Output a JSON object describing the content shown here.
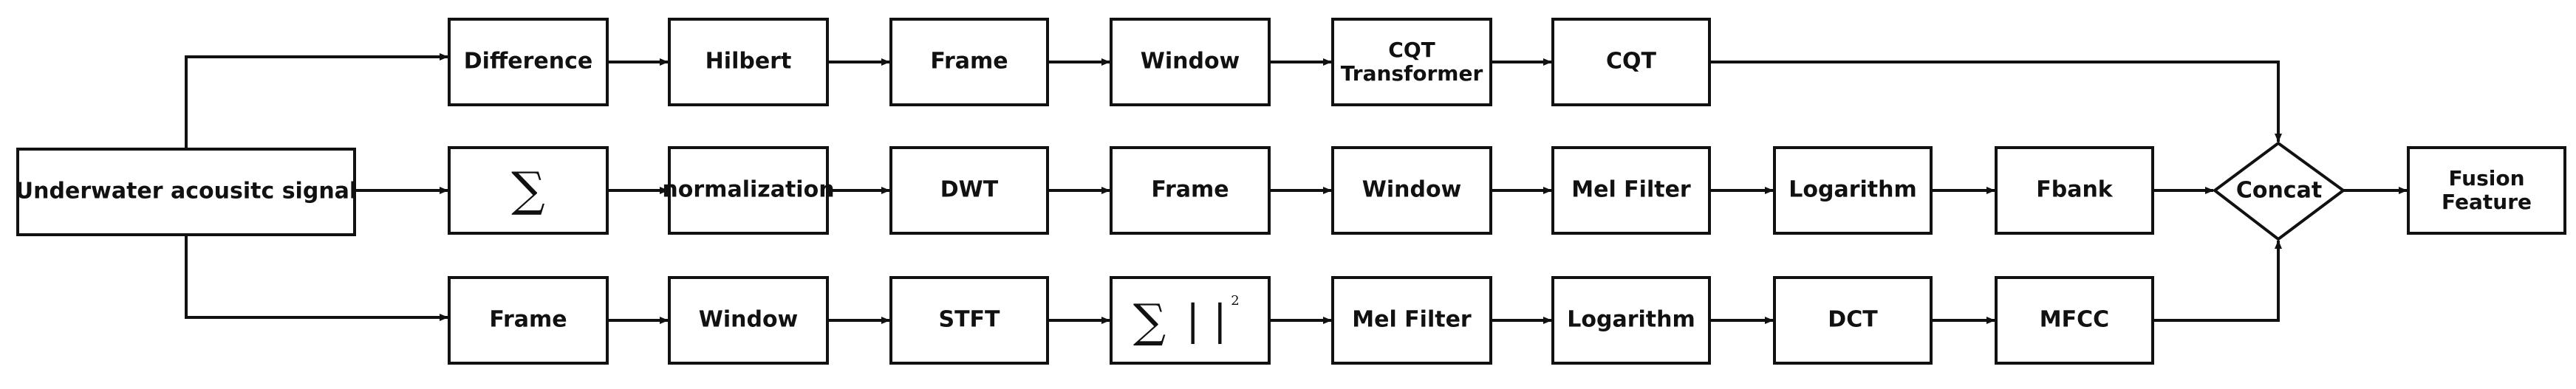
{
  "diagram": {
    "source": "Underwater acousitc signal",
    "top_row": [
      "Difference",
      "Hilbert",
      "Frame",
      "Window",
      "CQT Transformer",
      "CQT"
    ],
    "mid_row": [
      "normalization",
      "DWT",
      "Frame",
      "Window",
      "Mel Filter",
      "Logarithm",
      "Fbank"
    ],
    "bot_row": [
      "Frame",
      "Window",
      "STFT",
      "Mel Filter",
      "Logarithm",
      "DCT",
      "MFCC"
    ],
    "math": {
      "sum_symbol": "∑",
      "abs_bars": "|  |",
      "squared": "2"
    },
    "concat": "Concat",
    "output": "Fusion Feature"
  }
}
